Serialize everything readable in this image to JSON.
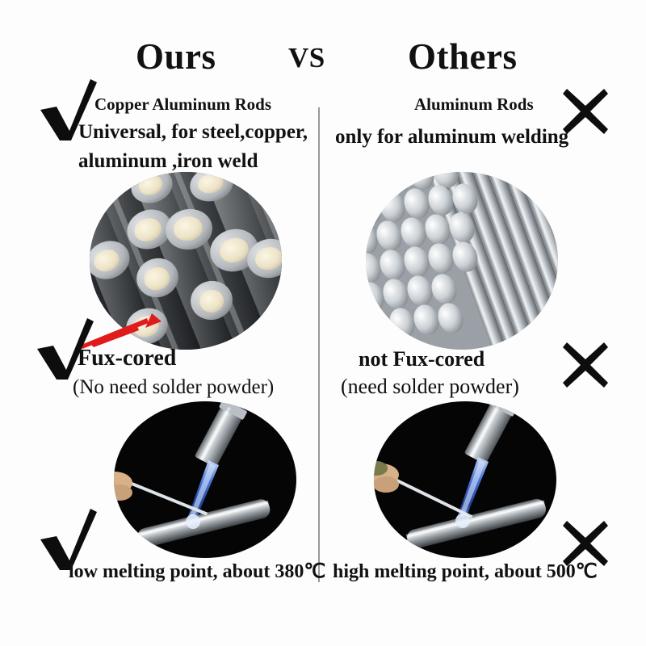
{
  "header": {
    "left_title": "Ours",
    "versus": "VS",
    "right_title": "Others"
  },
  "colors": {
    "background": "#fdfdfd",
    "text": "#111111",
    "divider": "#9a9a9a",
    "arrow": "#e01b1b",
    "mark_check": "#0d0d0d",
    "mark_cross": "#0d0d0d",
    "flux_core": "#efe6cf",
    "rod_dark": "#4a4c4f",
    "rod_silver": "#c9cdd2",
    "flame_blue": "#2f62d8",
    "photo_black": "#060606",
    "skin": "#d8b187"
  },
  "rows": [
    {
      "id": "rod-type",
      "left": {
        "mark": "check-icon",
        "heading": "Copper Aluminum Rods",
        "line1": "Universal, for steel,copper,",
        "line2": "aluminum ,iron weld",
        "photo": "copper-aluminum-rods-photo"
      },
      "right": {
        "mark": "cross-icon",
        "heading": "Aluminum Rods",
        "line1": "only for aluminum welding",
        "photo": "aluminum-rods-photo"
      }
    },
    {
      "id": "flux-core",
      "left": {
        "mark": "check-icon",
        "heading": "Fux-cored",
        "line1": "(No need solder powder)",
        "annotation": "red-arrow-to-flux-core"
      },
      "right": {
        "mark": "cross-icon",
        "heading": "not Fux-cored",
        "line1": "(need solder powder)"
      }
    },
    {
      "id": "melting-point",
      "left": {
        "mark": "check-icon",
        "heading": "low melting point, about 380℃",
        "photo": "torch-welding-photo"
      },
      "right": {
        "mark": "cross-icon",
        "heading": "high melting point, about 500℃",
        "photo": "torch-welding-photo"
      }
    }
  ]
}
